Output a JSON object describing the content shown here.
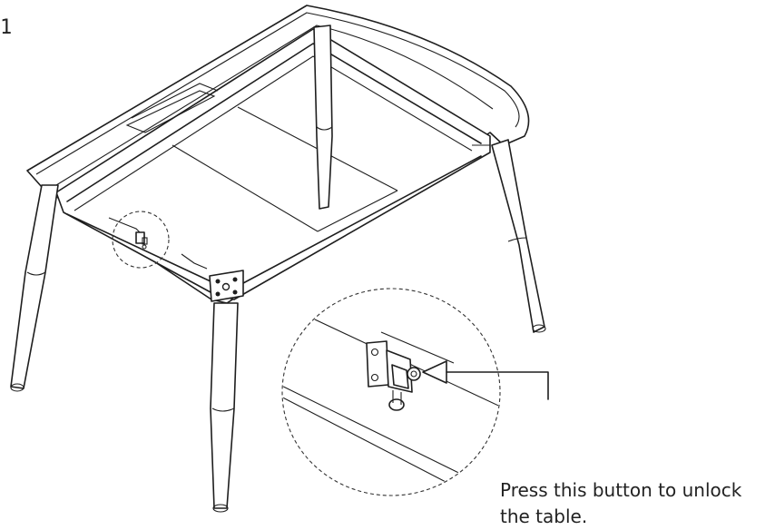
{
  "step": {
    "number": "1"
  },
  "callout": {
    "line1": "Press this button to unlock",
    "line2": "the table."
  },
  "icons": {
    "table": "table-underside-illustration",
    "latch": "lock-latch-icon",
    "magnifier": "detail-magnifier-circle",
    "pointer": "arrow-pointer-icon"
  }
}
